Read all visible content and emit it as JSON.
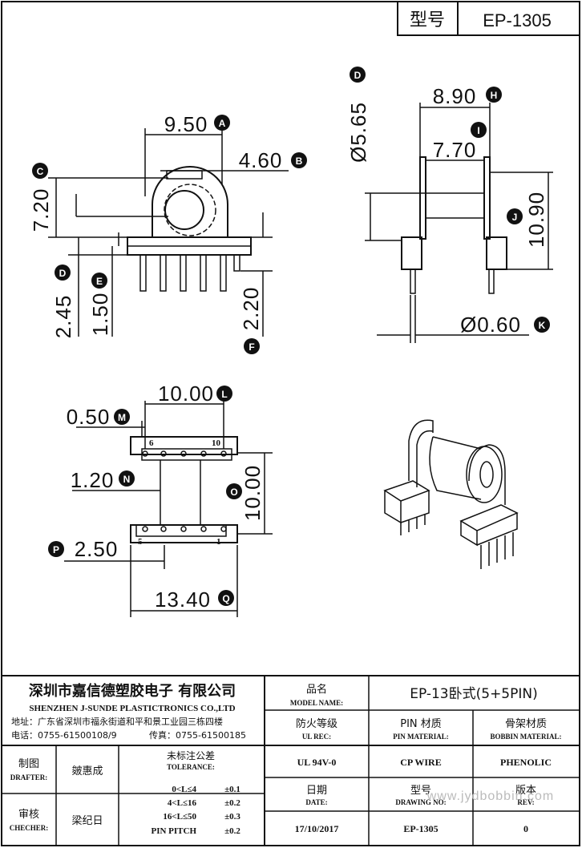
{
  "header": {
    "model_label": "型号",
    "model_value": "EP-1305"
  },
  "front_view": {
    "dim_a": "9.50",
    "tag_a": "A",
    "dim_b": "4.60",
    "tag_b": "B",
    "dim_c": "7.20",
    "tag_c": "C",
    "dim_d": "2.45",
    "tag_d": "D",
    "dim_e": "1.50",
    "tag_e": "E",
    "dim_f": "2.20",
    "tag_f": "F"
  },
  "side_view": {
    "dim_d": "Ø5.65",
    "tag_d": "D",
    "dim_h": "8.90",
    "tag_h": "H",
    "dim_i": "7.70",
    "tag_i": "I",
    "dim_j": "10.90",
    "tag_j": "J",
    "dim_k": "Ø0.60",
    "tag_k": "K"
  },
  "bottom_view": {
    "dim_l": "10.00",
    "tag_l": "L",
    "dim_m": "0.50",
    "tag_m": "M",
    "dim_n": "1.20",
    "tag_n": "N",
    "dim_o": "10.00",
    "tag_o": "O",
    "dim_p": "2.50",
    "tag_p": "P",
    "dim_q": "13.40",
    "tag_q": "Q",
    "pin_6": "6",
    "pin_10": "10",
    "pin_5": "5",
    "pin_1": "1"
  },
  "title_block": {
    "company_cn": "深圳市嘉信德塑胶电子 有限公司",
    "company_en": "SHENZHEN J-SUNDE PLASTICTRONICS CO.,LTD",
    "address": "地址：广东省深圳市福永街道和平和景工业园三栋四楼",
    "phone": "电话：0755-61500108/9",
    "fax": "传真：0755-61500185",
    "model_name_cn": "品名",
    "model_name_en": "MODEL NAME:",
    "model_name_value": "EP-13卧式(5+5PIN)",
    "ul_cn": "防火等级",
    "ul_en": "UL REC:",
    "ul_value": "UL 94V-0",
    "pin_cn": "PIN 材质",
    "pin_en": "PIN MATERIAL:",
    "pin_value": "CP WIRE",
    "bobbin_cn": "骨架材质",
    "bobbin_en": "BOBBIN MATERIAL:",
    "bobbin_value": "PHENOLIC",
    "drafter_cn": "制图",
    "drafter_en": "DRAFTER:",
    "drafter_value": "皴惠成",
    "checker_cn": "审核",
    "checker_en": "CHECHER:",
    "checker_value": "梁纪日",
    "tol_cn": "未标注公差",
    "tol_en": "TOLERANCE:",
    "tol_rows": [
      {
        "range": "0<L≤4",
        "value": "±0.1"
      },
      {
        "range": "4<L≤16",
        "value": "±0.2"
      },
      {
        "range": "16<L≤50",
        "value": "±0.3"
      },
      {
        "range": "PIN PITCH",
        "value": "±0.2"
      }
    ],
    "date_cn": "日期",
    "date_en": "DATE:",
    "date_value": "17/10/2017",
    "drawing_cn": "型号",
    "drawing_en": "DRAWING NO:",
    "drawing_value": "EP-1305",
    "rev_cn": "版本",
    "rev_en": "REV:",
    "rev_value": "0",
    "watermark": "www.jydbobbin.com"
  }
}
